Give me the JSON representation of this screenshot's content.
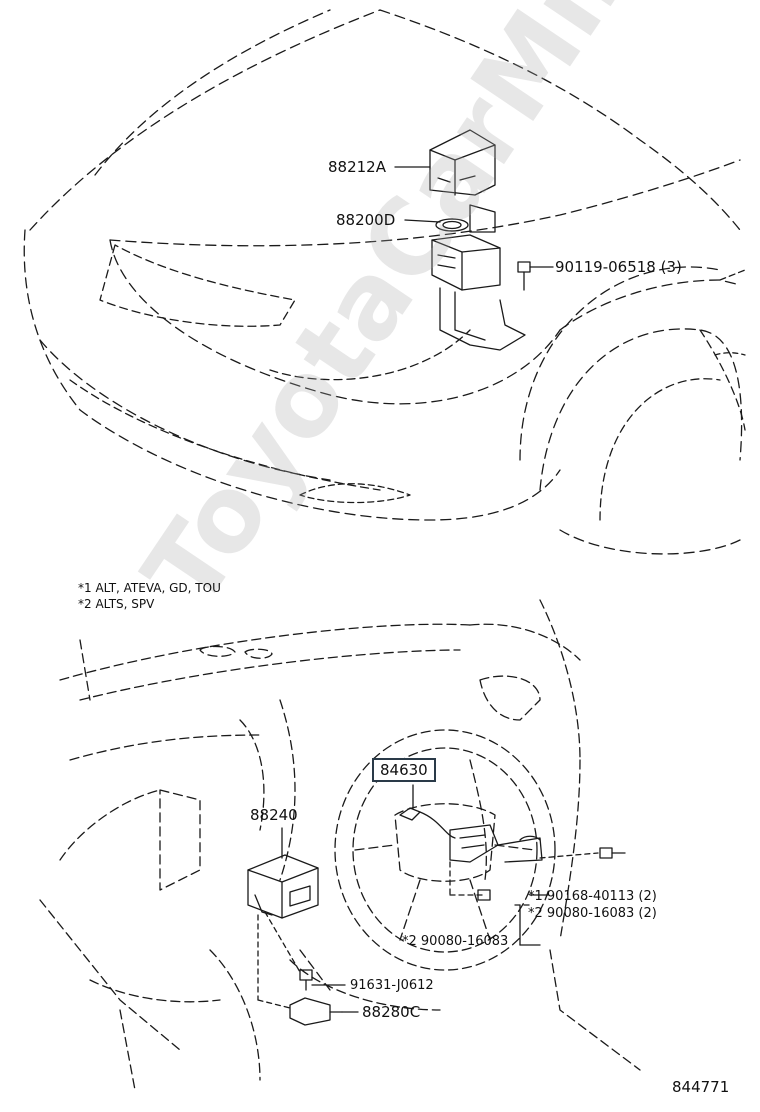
{
  "watermark": "ToyotaCarMine.ru",
  "notes": {
    "note1": "*1 ALT, ATEVA, GD, TOU",
    "note2": "*2 ALTS, SPV"
  },
  "parts": {
    "p_88212A": "88212A",
    "p_88200D": "88200D",
    "p_90119": "90119-06518 (3)",
    "p_84630": "84630",
    "p_88240": "88240",
    "p_90168": "*1 90168-40113 (2)",
    "p_90080a": "*2 90080-16083 (2)",
    "p_90080b": "*2 90080-16083",
    "p_91631": "91631-J0612",
    "p_88280C": "88280C"
  },
  "figure_id": "844771",
  "colors": {
    "line": "#1a1a1a",
    "box_border": "#2a3a48",
    "watermark": "#aaaaaa"
  }
}
